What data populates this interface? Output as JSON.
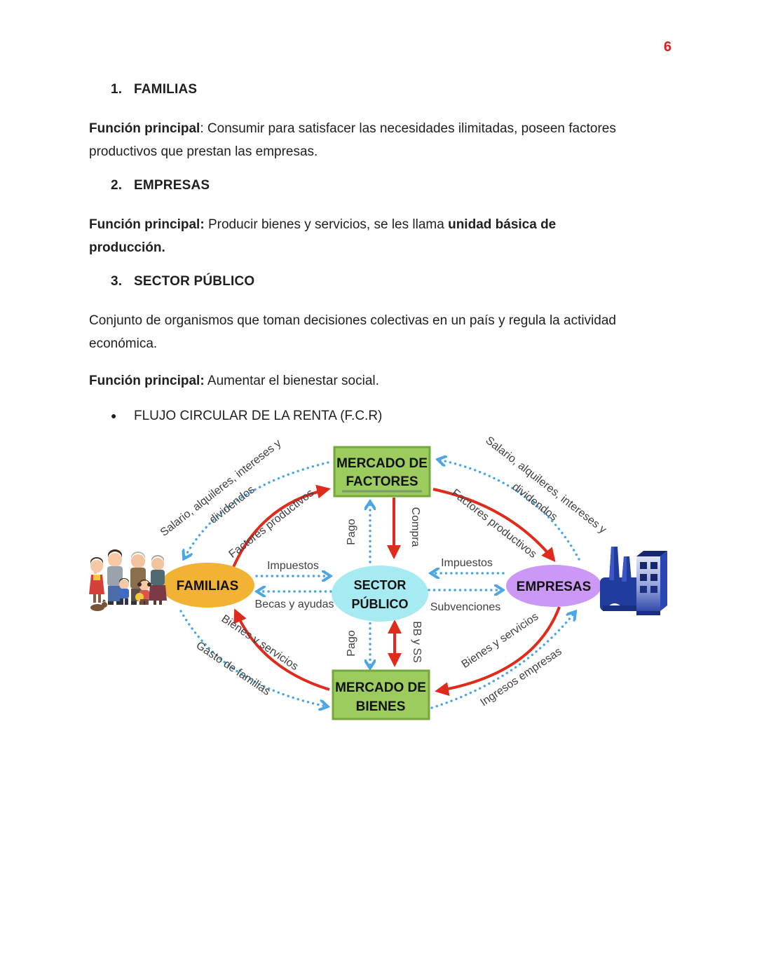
{
  "page": {
    "number": "6"
  },
  "doc": {
    "sections": [
      {
        "number": "1.",
        "title": "FAMILIAS"
      },
      {
        "number": "2.",
        "title": "EMPRESAS"
      },
      {
        "number": "3.",
        "title": "SECTOR PÚBLICO"
      }
    ],
    "p1": {
      "bold": "Función principal",
      "text": ": Consumir para satisfacer las necesidades ilimitadas, poseen factores productivos que prestan las empresas."
    },
    "p2": {
      "bold": "Función principal:",
      "text": " Producir bienes y servicios, se les llama ",
      "bold2": "unidad básica de producción."
    },
    "p3": {
      "text": "Conjunto de organismos que toman decisiones colectivas en un país y regula la actividad económica."
    },
    "p4": {
      "bold": "Función principal:",
      "text": " Aumentar el bienestar social."
    },
    "bullet_glyph": "●",
    "bullet": "FLUJO CIRCULAR DE LA RENTA (F.C.R)"
  },
  "diagram": {
    "nodes": {
      "mercado_factores": {
        "line1": "MERCADO DE",
        "line2": "FACTORES",
        "fill": "#9CCB5E"
      },
      "mercado_bienes": {
        "line1": "MERCADO DE",
        "line2": "BIENES",
        "fill": "#9CCB5E"
      },
      "familias": {
        "label": "FAMILIAS",
        "fill": "#F2B233"
      },
      "sector_publico": {
        "line1": "SECTOR",
        "line2": "PÚBLICO",
        "fill": "#A6EAF2"
      },
      "empresas": {
        "label": "EMPRESAS",
        "fill": "#CB99F5"
      }
    },
    "labels": {
      "salario_left_1": "Salario, alquileres, intereses y",
      "salario_left_2": "dividendos",
      "factores_left": "Factores productivos",
      "salario_right_1": "Salario, alquileres, intereses y",
      "salario_right_2": "dividendos",
      "factores_right": "Factores productivos",
      "impuestos_left": "Impuestos",
      "becas": "Becas y ayudas",
      "impuestos_right": "Impuestos",
      "subvenciones": "Subvenciones",
      "pago_top": "Pago",
      "compra": "Compra",
      "pago_bottom": "Pago",
      "bbyss": "BB y SS",
      "bienes_left": "Bienes v servicios",
      "gasto": "Gasto de familias",
      "bienes_right": "Bienes y servicios",
      "ingresos": "Ingresos empresas"
    },
    "colors": {
      "red_arrow": "#E02B1C",
      "blue_arrow": "#4BA6E3",
      "green_border": "#74A83F",
      "page_number_red": "#DF1D1D"
    }
  }
}
